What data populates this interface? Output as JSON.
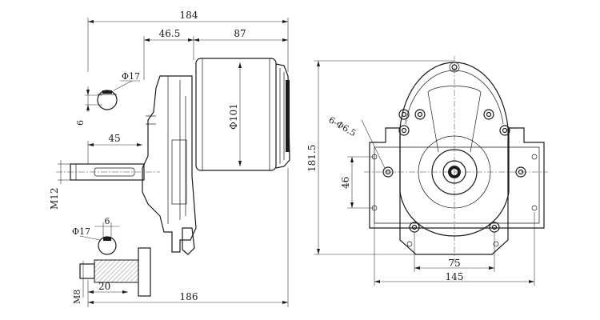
{
  "dimensions": {
    "overall_length_top": "184",
    "flange_offset": "46.5",
    "motor_length": "87",
    "motor_diameter": "Φ101",
    "key_diameter_upper": "Φ17",
    "key_width_upper": "6",
    "shaft_length": "45",
    "shaft_thread": "M12",
    "key_diameter_lower": "Φ17",
    "key_width_lower": "6",
    "bolt_thread": "M8",
    "bolt_length": "20",
    "overall_length_bottom": "186",
    "mounting_holes": "6-Φ6.5",
    "overall_height": "181.5",
    "hole_spacing_vertical": "46",
    "hole_spacing_inner": "75",
    "hole_spacing_outer": "145"
  }
}
